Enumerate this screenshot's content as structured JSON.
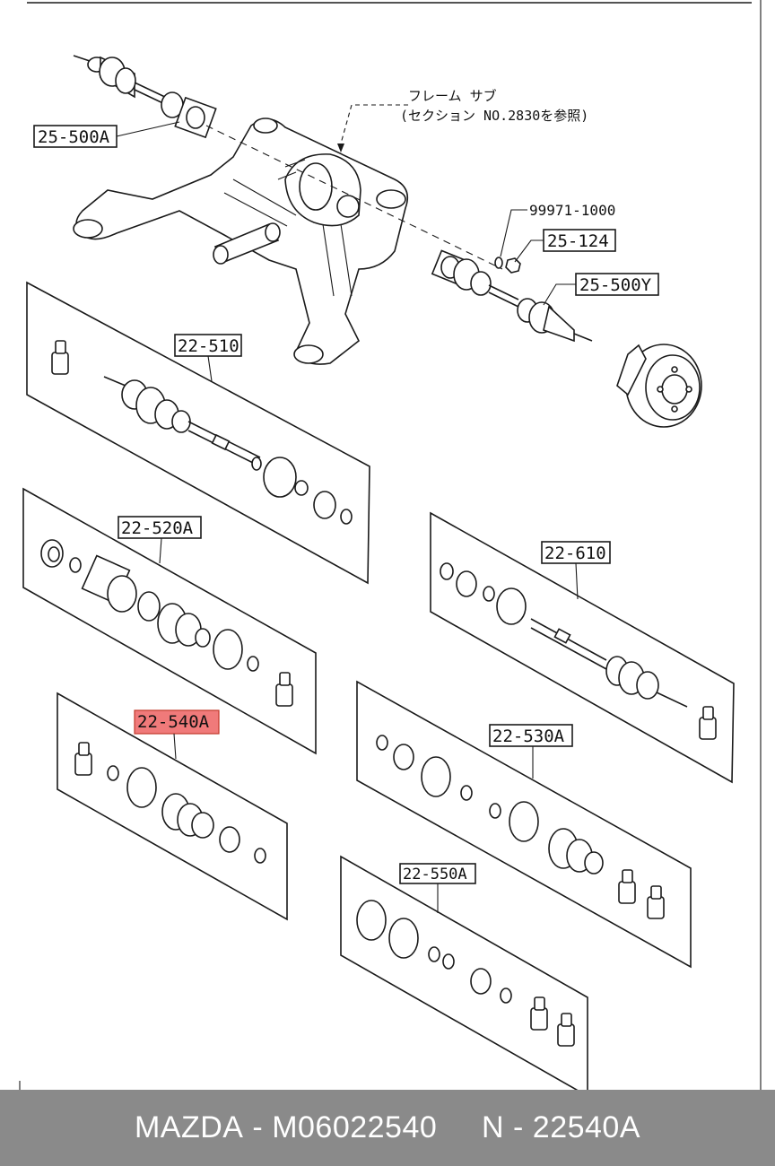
{
  "diagram": {
    "note_line1": "フレーム サブ",
    "note_line2": "(セクション NO.2830を参照)",
    "labels": {
      "l_25_500A": "25-500A",
      "l_99971_1000": "99971-1000",
      "l_25_124": "25-124",
      "l_25_500Y": "25-500Y",
      "l_22_510": "22-510",
      "l_22_520A": "22-520A",
      "l_22_610": "22-610",
      "l_22_540A": "22-540A",
      "l_22_530A": "22-530A",
      "l_22_550A": "22-550A"
    },
    "highlight_color": "#f07a7a"
  },
  "footer": {
    "brand": "MAZDA",
    "part_number": "M06022540",
    "ref": "N - 22540A"
  }
}
